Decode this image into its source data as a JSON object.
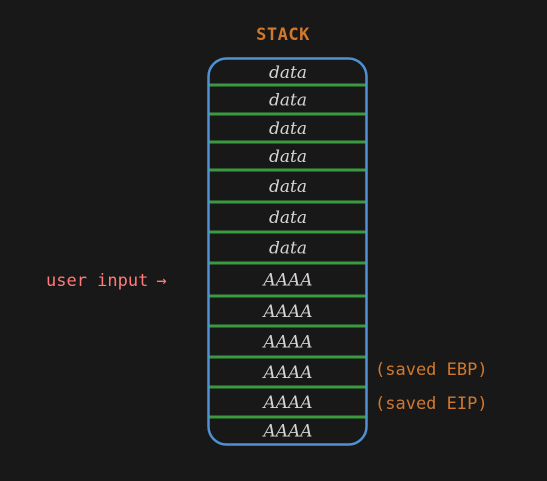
{
  "stack": {
    "title": "STACK",
    "cells": [
      "data",
      "data",
      "data",
      "data",
      "data",
      "data",
      "data",
      "AAAA",
      "AAAA",
      "AAAA",
      "AAAA",
      "AAAA",
      "AAAA"
    ]
  },
  "annotations": {
    "user_input": "user input",
    "arrow": "→",
    "saved_ebp": "(saved EBP)",
    "saved_eip": "(saved EIP)"
  },
  "colors": {
    "background": "#181818",
    "stack_border": "#4f91d4",
    "separator": "#3a9a3e",
    "title": "#d0792e",
    "annotation": "#d0792e",
    "user_input": "#ff7b7b",
    "cell_text": "#d4d4d4"
  }
}
